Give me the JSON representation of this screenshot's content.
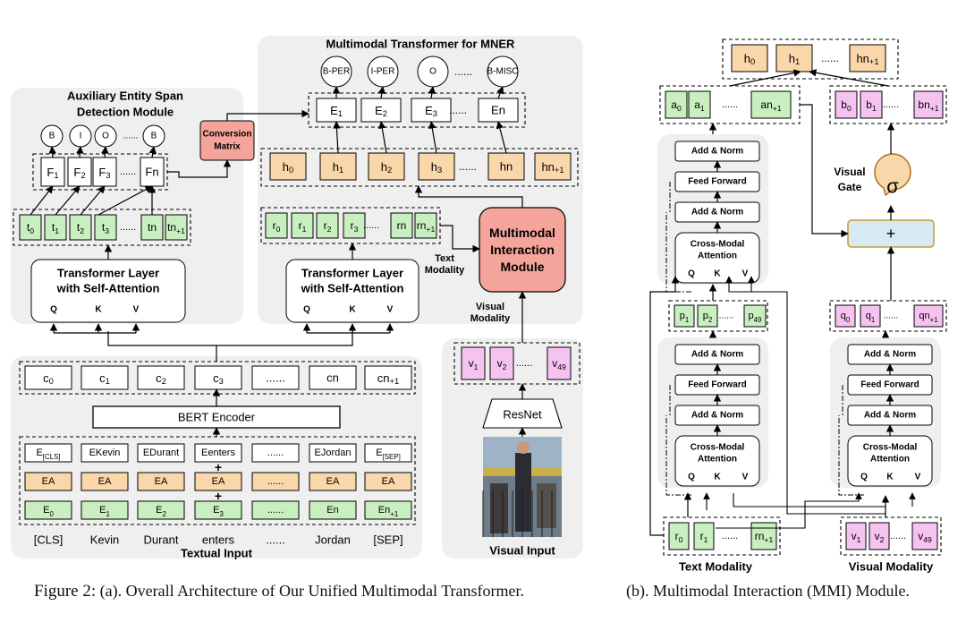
{
  "left": {
    "mner_title": "Multimodal Transformer for MNER",
    "tags": [
      "B-PER",
      "I-PER",
      "O",
      "B-MISC"
    ],
    "tag_dots": "......",
    "E": [
      "E1",
      "E2",
      "E3",
      "En"
    ],
    "h": [
      "h0",
      "h1",
      "h2",
      "h3",
      "hn",
      "hn+1"
    ],
    "r": [
      "r0",
      "r1",
      "r2",
      "r3",
      "rn",
      "rn+1"
    ],
    "dots": "......",
    "aux_title_1": "Auxiliary Entity Span",
    "aux_title_2": "Detection Module",
    "aux_tags": [
      "B",
      "I",
      "O",
      "B"
    ],
    "F": [
      "F1",
      "F2",
      "F3",
      "Fn"
    ],
    "t": [
      "t0",
      "t1",
      "t2",
      "t3",
      "tn",
      "tn+1"
    ],
    "conversion_1": "Conversion",
    "conversion_2": "Matrix",
    "tl_1": "Transformer Layer",
    "tl_2": "with Self-Attention",
    "qkv": [
      "Q",
      "K",
      "V"
    ],
    "mmi_1": "Multimodal",
    "mmi_2": "Interaction",
    "mmi_3": "Module",
    "text_modality_1": "Text",
    "text_modality_2": "Modality",
    "visual_modality_1": "Visual",
    "visual_modality_2": "Modality",
    "c": [
      "c0",
      "c1",
      "c2",
      "c3",
      "......",
      "cn",
      "cn+1"
    ],
    "bert": "BERT Encoder",
    "Etok": [
      "E[CLS]",
      "EKevin",
      "EDurant",
      "Eenters",
      "......",
      "EJordan",
      "E[SEP]"
    ],
    "EA": [
      "EA",
      "EA",
      "EA",
      "EA",
      "......",
      "EA",
      "EA"
    ],
    "Epos": [
      "E0",
      "E1",
      "E2",
      "E3",
      "......",
      "En",
      "En+1"
    ],
    "words": [
      "[CLS]",
      "Kevin",
      "Durant",
      "enters",
      "......",
      "Jordan",
      "[SEP]"
    ],
    "plus": "+",
    "textual_input": "Textual Input",
    "v": [
      "v1",
      "v2",
      "v49"
    ],
    "resnet": "ResNet",
    "visual_input": "Visual Input"
  },
  "right": {
    "h": [
      "h0",
      "h1",
      "hn+1"
    ],
    "a": [
      "a0",
      "a1",
      "an+1"
    ],
    "b": [
      "b0",
      "b1",
      "bn+1"
    ],
    "p": [
      "p1",
      "p2",
      "p49"
    ],
    "q": [
      "q0",
      "q1",
      "qn+1"
    ],
    "r": [
      "r0",
      "r1",
      "rn+1"
    ],
    "v": [
      "v1",
      "v2",
      "v49"
    ],
    "dots": "......",
    "add_norm": "Add & Norm",
    "feed_forward": "Feed Forward",
    "cma_1": "Cross-Modal",
    "cma_2": "Attention",
    "qkv": [
      "Q",
      "K",
      "V"
    ],
    "visual_gate_1": "Visual",
    "visual_gate_2": "Gate",
    "sigma": "σ",
    "plus": "+",
    "text_modality": "Text Modality",
    "visual_modality": "Visual Modality"
  },
  "caption": {
    "a_prefix": "Figure 2:",
    "a_text": "(a). Overall Architecture of Our Unified Multimodal Transformer.",
    "b_text": "(b). Multimodal Interaction (MMI) Module."
  },
  "colors": {
    "green": "#c9eec0",
    "orange": "#fad7aa",
    "pink": "#f6c3f1",
    "salmon": "#f4a49a",
    "panel": "#efefef",
    "blue": "#d7eaf2"
  }
}
